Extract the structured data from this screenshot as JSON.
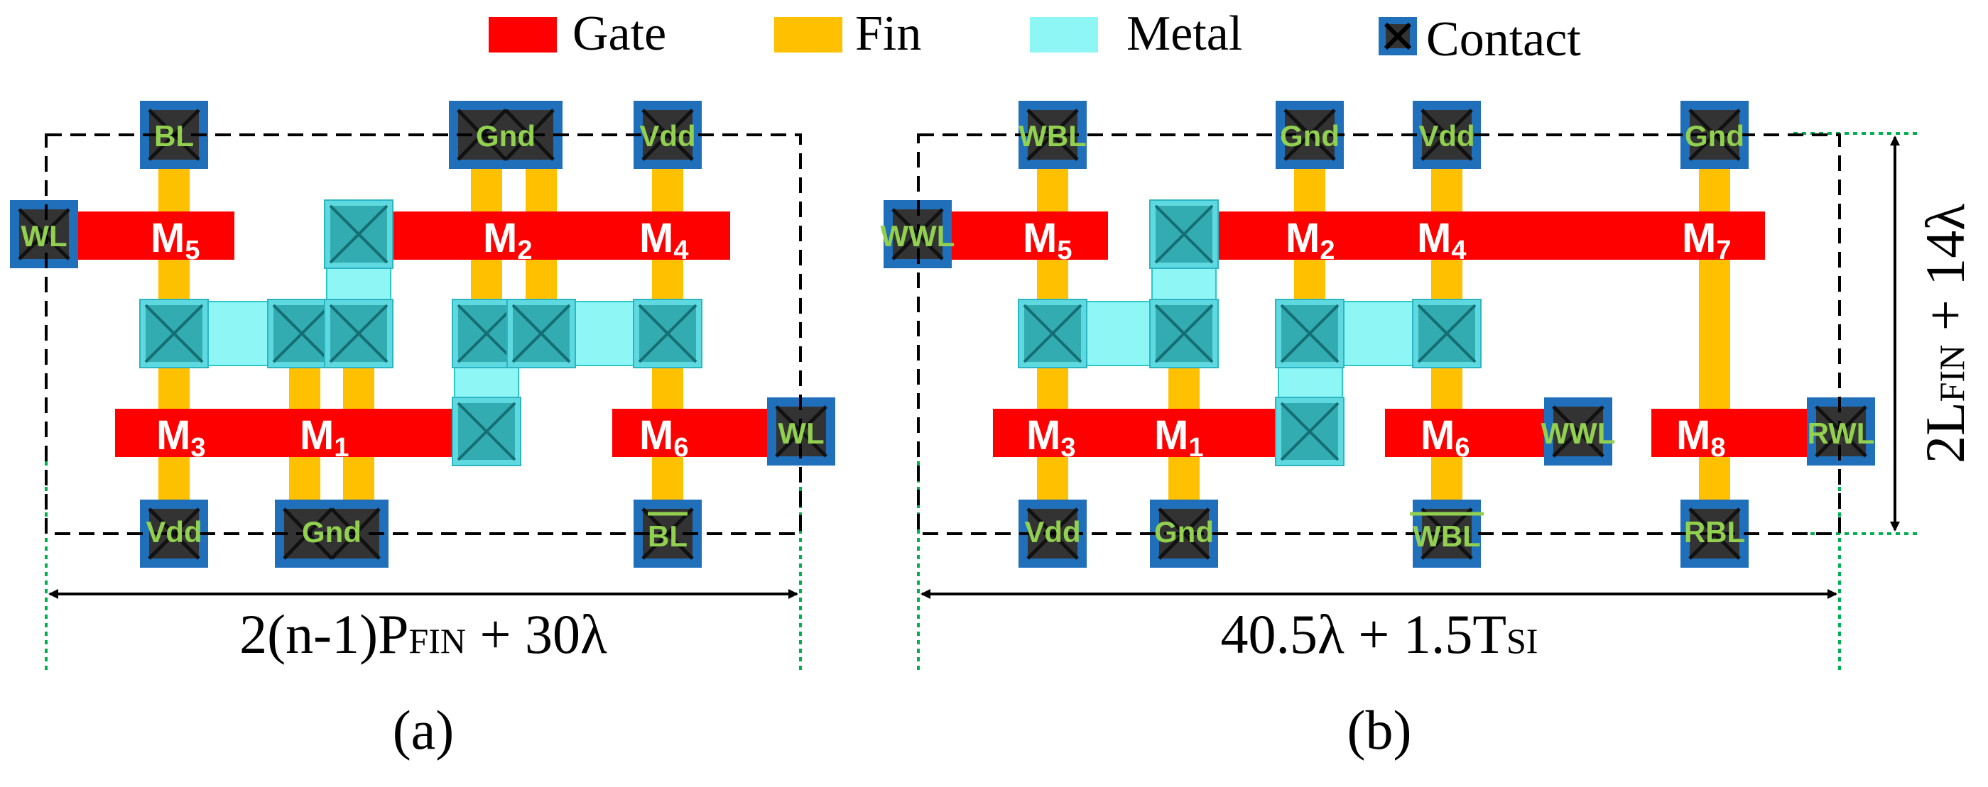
{
  "legend": {
    "gate": "Gate",
    "fin": "Fin",
    "metal": "Metal",
    "contact": "Contact"
  },
  "colors": {
    "gate": "#ff0000",
    "fin": "#ffc000",
    "metal": "#8ff6f6",
    "contact_border": "#1f6fba",
    "contact_fill": "#333333",
    "contact_label": "#92d050",
    "boundary": "#000000",
    "extent_guide": "#00b050"
  },
  "panel_a": {
    "caption": "(a)",
    "width_formula": {
      "main": "2(n-1)P",
      "sub": "FIN",
      "tail": " + 30λ"
    },
    "transistors": [
      {
        "main": "M",
        "sub": "5"
      },
      {
        "main": "M",
        "sub": "2"
      },
      {
        "main": "M",
        "sub": "4"
      },
      {
        "main": "M",
        "sub": "3"
      },
      {
        "main": "M",
        "sub": "1"
      },
      {
        "main": "M",
        "sub": "6"
      }
    ],
    "contacts": {
      "bl": "BL",
      "gnd_top": "Gnd",
      "vdd_top": "Vdd",
      "wl_left": "WL",
      "wl_right": "WL",
      "vdd_bottom": "Vdd",
      "gnd_bottom": "Gnd",
      "blb": "BL"
    }
  },
  "panel_b": {
    "caption": "(b)",
    "width_formula": {
      "main": "40.5λ + 1.5T",
      "sub": "SI"
    },
    "height_formula": {
      "main": "2L",
      "sub": "FIN",
      "tail": " + 14λ"
    },
    "transistors": [
      {
        "main": "M",
        "sub": "5"
      },
      {
        "main": "M",
        "sub": "2"
      },
      {
        "main": "M",
        "sub": "4"
      },
      {
        "main": "M",
        "sub": "7"
      },
      {
        "main": "M",
        "sub": "3"
      },
      {
        "main": "M",
        "sub": "1"
      },
      {
        "main": "M",
        "sub": "6"
      },
      {
        "main": "M",
        "sub": "8"
      }
    ],
    "contacts": {
      "wbl": "WBL",
      "gnd_top1": "Gnd",
      "vdd_top": "Vdd",
      "gnd_top2": "Gnd",
      "wwl_left": "WWL",
      "wwl_mid": "WWL",
      "rwl": "RWL",
      "vdd_bottom": "Vdd",
      "gnd_bottom": "Gnd",
      "wblb": "WBL",
      "rbl": "RBL"
    }
  }
}
